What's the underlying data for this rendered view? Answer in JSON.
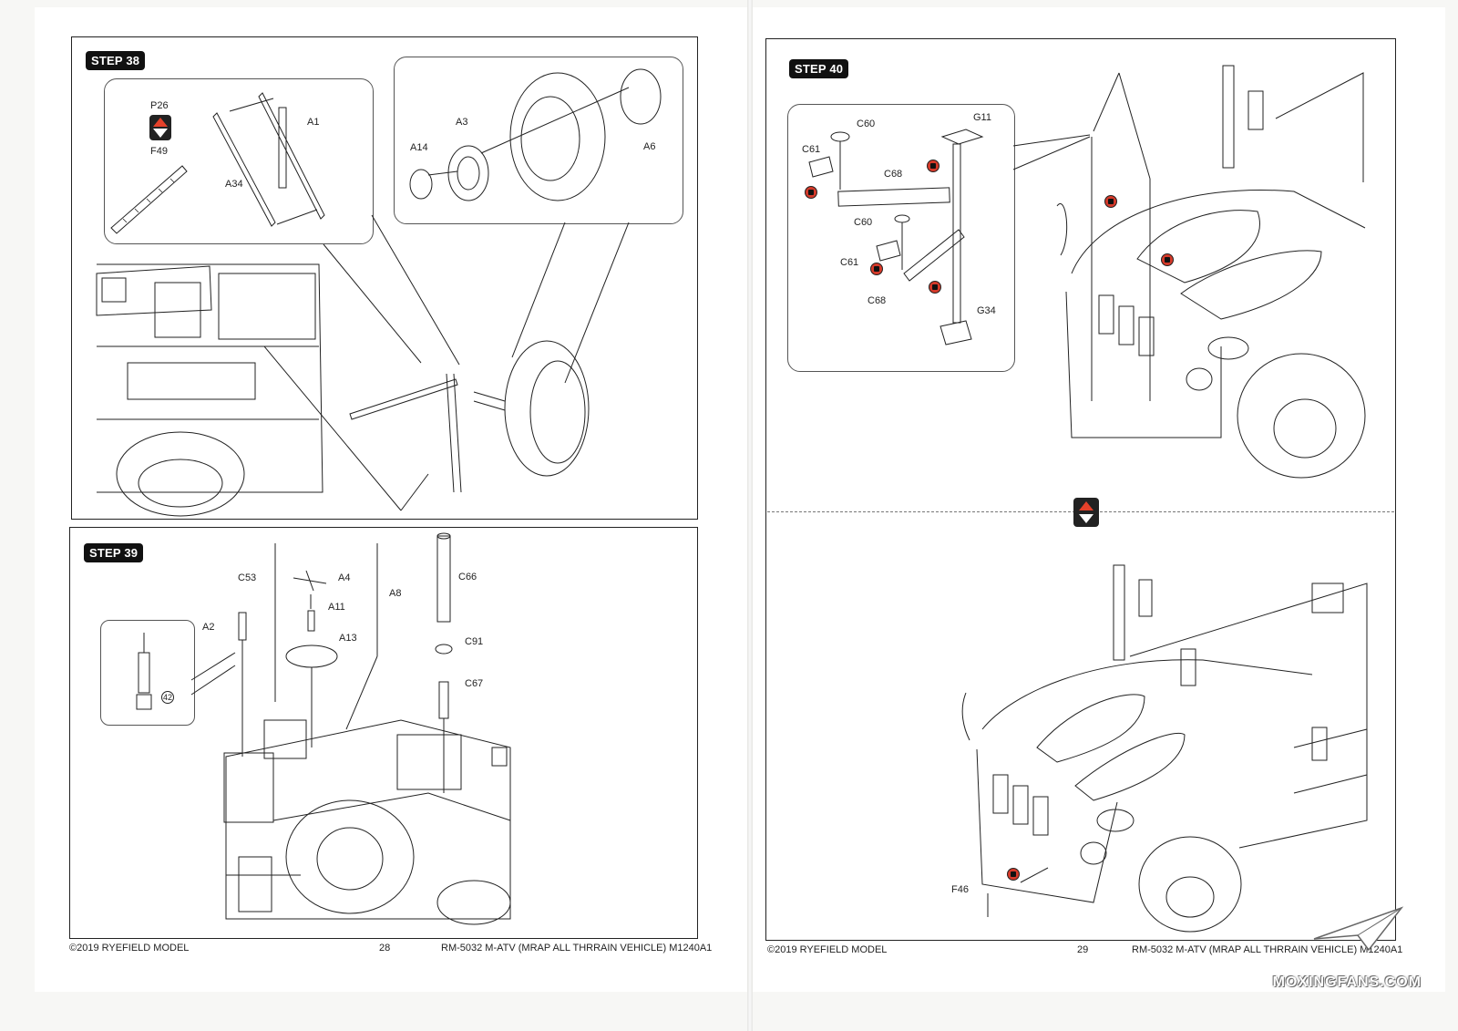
{
  "left_page": {
    "step38": {
      "badge": "STEP 38",
      "labels": {
        "p26": "P26",
        "f49": "F49",
        "a34": "A34",
        "a1": "A1",
        "a3": "A3",
        "a14": "A14",
        "a6": "A6"
      }
    },
    "step39": {
      "badge": "STEP 39",
      "labels": {
        "a2": "A2",
        "c53": "C53",
        "a4": "A4",
        "a11": "A11",
        "a13": "A13",
        "a8": "A8",
        "c66": "C66",
        "c91": "C91",
        "c67": "C67",
        "num42": "42"
      }
    },
    "footer": {
      "copyright": "©2019 RYEFIELD MODEL",
      "page_number": "28",
      "product": "RM-5032 M-ATV (MRAP ALL THRRAIN VEHICLE) M1240A1"
    }
  },
  "right_page": {
    "step40": {
      "badge": "STEP 40",
      "labels": {
        "c60a": "C60",
        "g11": "G11",
        "c61a": "C61",
        "c68a": "C68",
        "c60b": "C60",
        "c61b": "C61",
        "c68b": "C68",
        "g34": "G34",
        "f46": "F46"
      }
    },
    "footer": {
      "copyright": "©2019 RYEFIELD MODEL",
      "page_number": "29",
      "product": "RM-5032 M-ATV (MRAP ALL THRRAIN VEHICLE) M1240A1"
    }
  },
  "watermark": "MOXINGFANS.COM",
  "colors": {
    "badge_bg": "#111111",
    "accent_red": "#d53a2a",
    "line": "#222222"
  }
}
